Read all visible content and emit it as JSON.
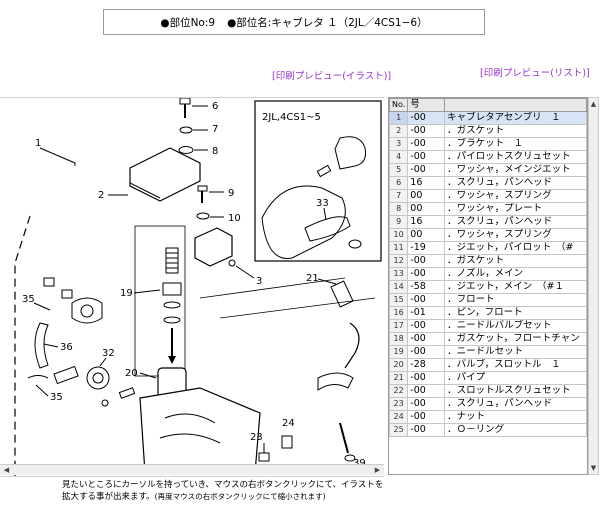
{
  "header": {
    "part_no": "●部位No:9",
    "part_name": "●部位名:キャブレタ １（2JL／4CS1−6）"
  },
  "links": {
    "preview_illust": "[印刷プレビュー(イラスト)]",
    "preview_list": "[印刷プレビュー(リスト)]"
  },
  "illustration": {
    "inset_label": "2JL,4CS1~5",
    "callouts": [
      "1",
      "2",
      "3",
      "6",
      "7",
      "8",
      "9",
      "10",
      "19",
      "20",
      "21",
      "23",
      "24",
      "32",
      "33",
      "35",
      "35",
      "36",
      "39"
    ]
  },
  "parts_table": {
    "headers": [
      "No.",
      "号",
      ""
    ],
    "rows": [
      {
        "no": "1",
        "code": "-00",
        "name": "キャブレタアセンブリ　１"
      },
      {
        "no": "2",
        "code": "-00",
        "name": "．ガスケット"
      },
      {
        "no": "3",
        "code": "-00",
        "name": "．ブラケット　１"
      },
      {
        "no": "4",
        "code": "-00",
        "name": "．パイロットスクリュセット"
      },
      {
        "no": "5",
        "code": "-00",
        "name": "．ワッシャ，メインジエット"
      },
      {
        "no": "6",
        "code": "16",
        "name": "．スクリュ，パンヘッド"
      },
      {
        "no": "7",
        "code": "00",
        "name": "．ワッシャ，スプリング"
      },
      {
        "no": "8",
        "code": "00",
        "name": "．ワッシャ，プレート"
      },
      {
        "no": "9",
        "code": "16",
        "name": "．スクリュ，パンヘッド"
      },
      {
        "no": "10",
        "code": "00",
        "name": "．ワッシャ，スプリング"
      },
      {
        "no": "11",
        "code": "-19",
        "name": "．ジエット，パイロット　（#"
      },
      {
        "no": "12",
        "code": "-00",
        "name": "．ガスケット"
      },
      {
        "no": "13",
        "code": "-00",
        "name": "．ノズル，メイン"
      },
      {
        "no": "14",
        "code": "-58",
        "name": "．ジエット，メイン　（#１"
      },
      {
        "no": "15",
        "code": "-00",
        "name": "．フロート"
      },
      {
        "no": "16",
        "code": "-01",
        "name": "．ピン，フロート"
      },
      {
        "no": "17",
        "code": "-00",
        "name": "．ニードルバルブセット"
      },
      {
        "no": "18",
        "code": "-00",
        "name": "．ガスケット，フロートチャン"
      },
      {
        "no": "19",
        "code": "-00",
        "name": "．ニードルセット"
      },
      {
        "no": "20",
        "code": "-28",
        "name": "．バルブ，スロットル　１"
      },
      {
        "no": "21",
        "code": "-00",
        "name": "．パイプ"
      },
      {
        "no": "22",
        "code": "-00",
        "name": "．スロットルスクリュセット"
      },
      {
        "no": "23",
        "code": "-00",
        "name": "．スクリュ，パンヘッド"
      },
      {
        "no": "24",
        "code": "-00",
        "name": "．ナット"
      },
      {
        "no": "25",
        "code": "-00",
        "name": "．Ｏ－リング"
      }
    ]
  },
  "footer": {
    "line1": "見たいところにカーソルを持っていき、マウスの右ボタンクリックにて、イラストを",
    "line2": "拡大する事が出来ます。",
    "line2_small": "(再度マウスの右ボタンクリックにて縮小されます)"
  },
  "icons": {
    "scroll_left": "left-arrow-icon",
    "scroll_right": "right-arrow-icon",
    "scroll_up": "up-arrow-icon",
    "scroll_down": "down-arrow-icon"
  },
  "colors": {
    "link": "#9933cc",
    "selected_row": "#d6e4f5"
  }
}
